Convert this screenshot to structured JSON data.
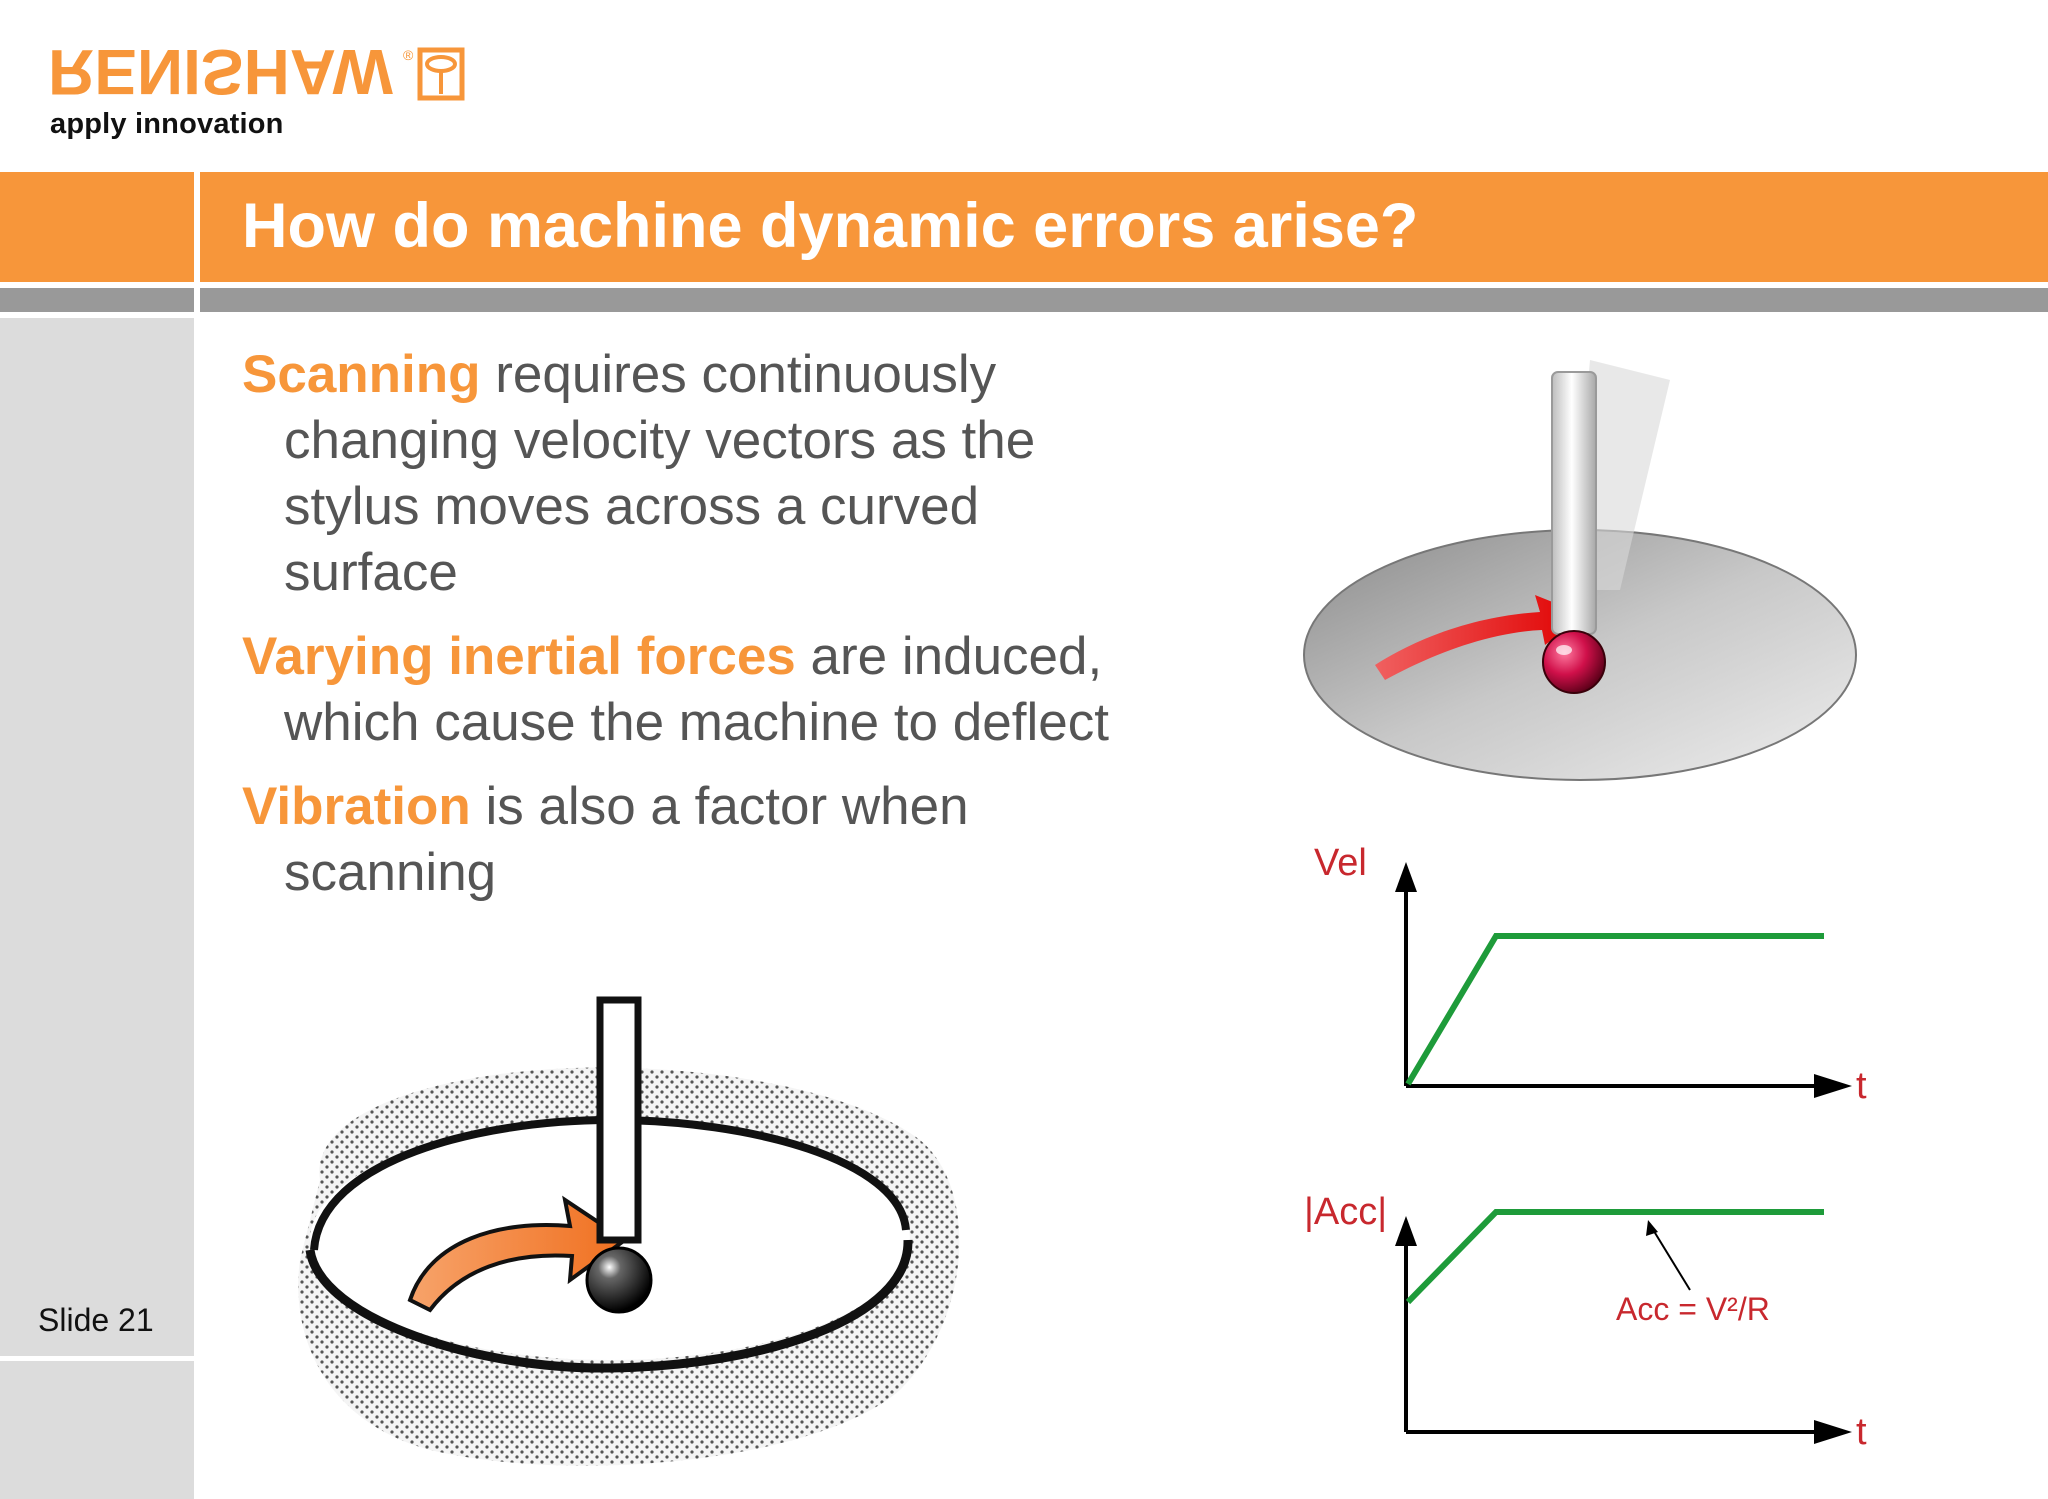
{
  "brand": {
    "logo_text": "RENISHAW",
    "tagline": "apply innovation",
    "color": "#F7963A"
  },
  "slide": {
    "title": "How do machine dynamic errors arise?",
    "slide_number": "Slide 21"
  },
  "bullets": [
    {
      "highlight": "Scanning",
      "text": " requires continuously changing velocity vectors as the stylus moves across a curved surface"
    },
    {
      "highlight": "Varying inertial forces",
      "text": " are induced, which cause the machine to deflect"
    },
    {
      "highlight": "Vibration",
      "text": " is also a factor when scanning"
    }
  ],
  "graphs": {
    "velocity": {
      "ylabel": "Vel",
      "xlabel": "t"
    },
    "acceleration": {
      "ylabel": "|Acc|",
      "xlabel": "t",
      "annotation": "Acc = V²/R"
    }
  },
  "colors": {
    "orange": "#F7963A",
    "band_gray": "#999999",
    "sidebar_gray": "#DCDCDC",
    "body_text": "#555555",
    "graph_line": "#1E9B3A",
    "graph_label": "#C8282E"
  }
}
